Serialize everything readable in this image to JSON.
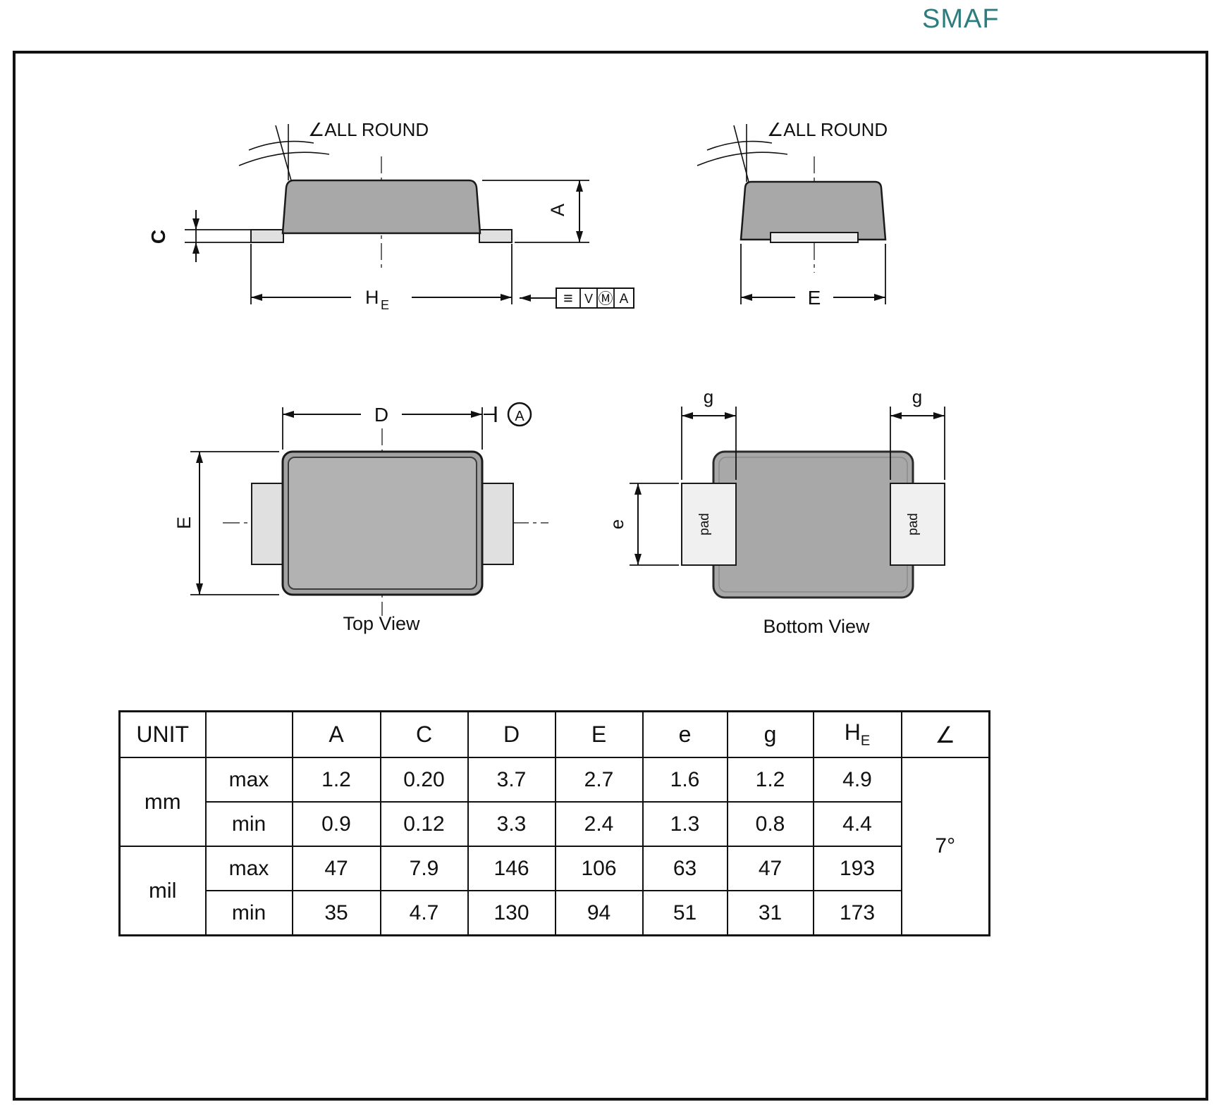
{
  "title": "SMAF",
  "colors": {
    "accent": "#2e7d7e",
    "body_gray": "#a8a8a8",
    "lead_gray": "#e0e0e0",
    "pad_light": "#f0f0f0",
    "line": "#111111"
  },
  "side_view": {
    "all_round_label": "∠ALL ROUND",
    "dim_c": "C",
    "dim_a": "A",
    "dim_he": {
      "main": "H",
      "sub": "E"
    },
    "datum_cells": [
      "≡",
      "V",
      "Ⓜ",
      "A"
    ]
  },
  "end_view": {
    "all_round_label": "∠ALL ROUND",
    "dim_e": "E"
  },
  "top_view": {
    "caption": "Top View",
    "dim_d": "D",
    "dim_e": "E",
    "datum_label": "A"
  },
  "bottom_view": {
    "caption": "Bottom View",
    "dim_g_left": "g",
    "dim_g_right": "g",
    "dim_e": "e",
    "pad_left": "pad",
    "pad_right": "pad"
  },
  "table": {
    "unit_header": "UNIT",
    "col_headers": [
      "A",
      "C",
      "D",
      "E",
      "e",
      "g"
    ],
    "he_header": {
      "main": "H",
      "sub": "E"
    },
    "angle_header": "∠",
    "units": [
      "mm",
      "mil"
    ],
    "rows": [
      {
        "limit": "max",
        "values": [
          "1.2",
          "0.20",
          "3.7",
          "2.7",
          "1.6",
          "1.2",
          "4.9"
        ]
      },
      {
        "limit": "min",
        "values": [
          "0.9",
          "0.12",
          "3.3",
          "2.4",
          "1.3",
          "0.8",
          "4.4"
        ]
      },
      {
        "limit": "max",
        "values": [
          "47",
          "7.9",
          "146",
          "106",
          "63",
          "47",
          "193"
        ]
      },
      {
        "limit": "min",
        "values": [
          "35",
          "4.7",
          "130",
          "94",
          "51",
          "31",
          "173"
        ]
      }
    ],
    "angle_value": "7°"
  }
}
